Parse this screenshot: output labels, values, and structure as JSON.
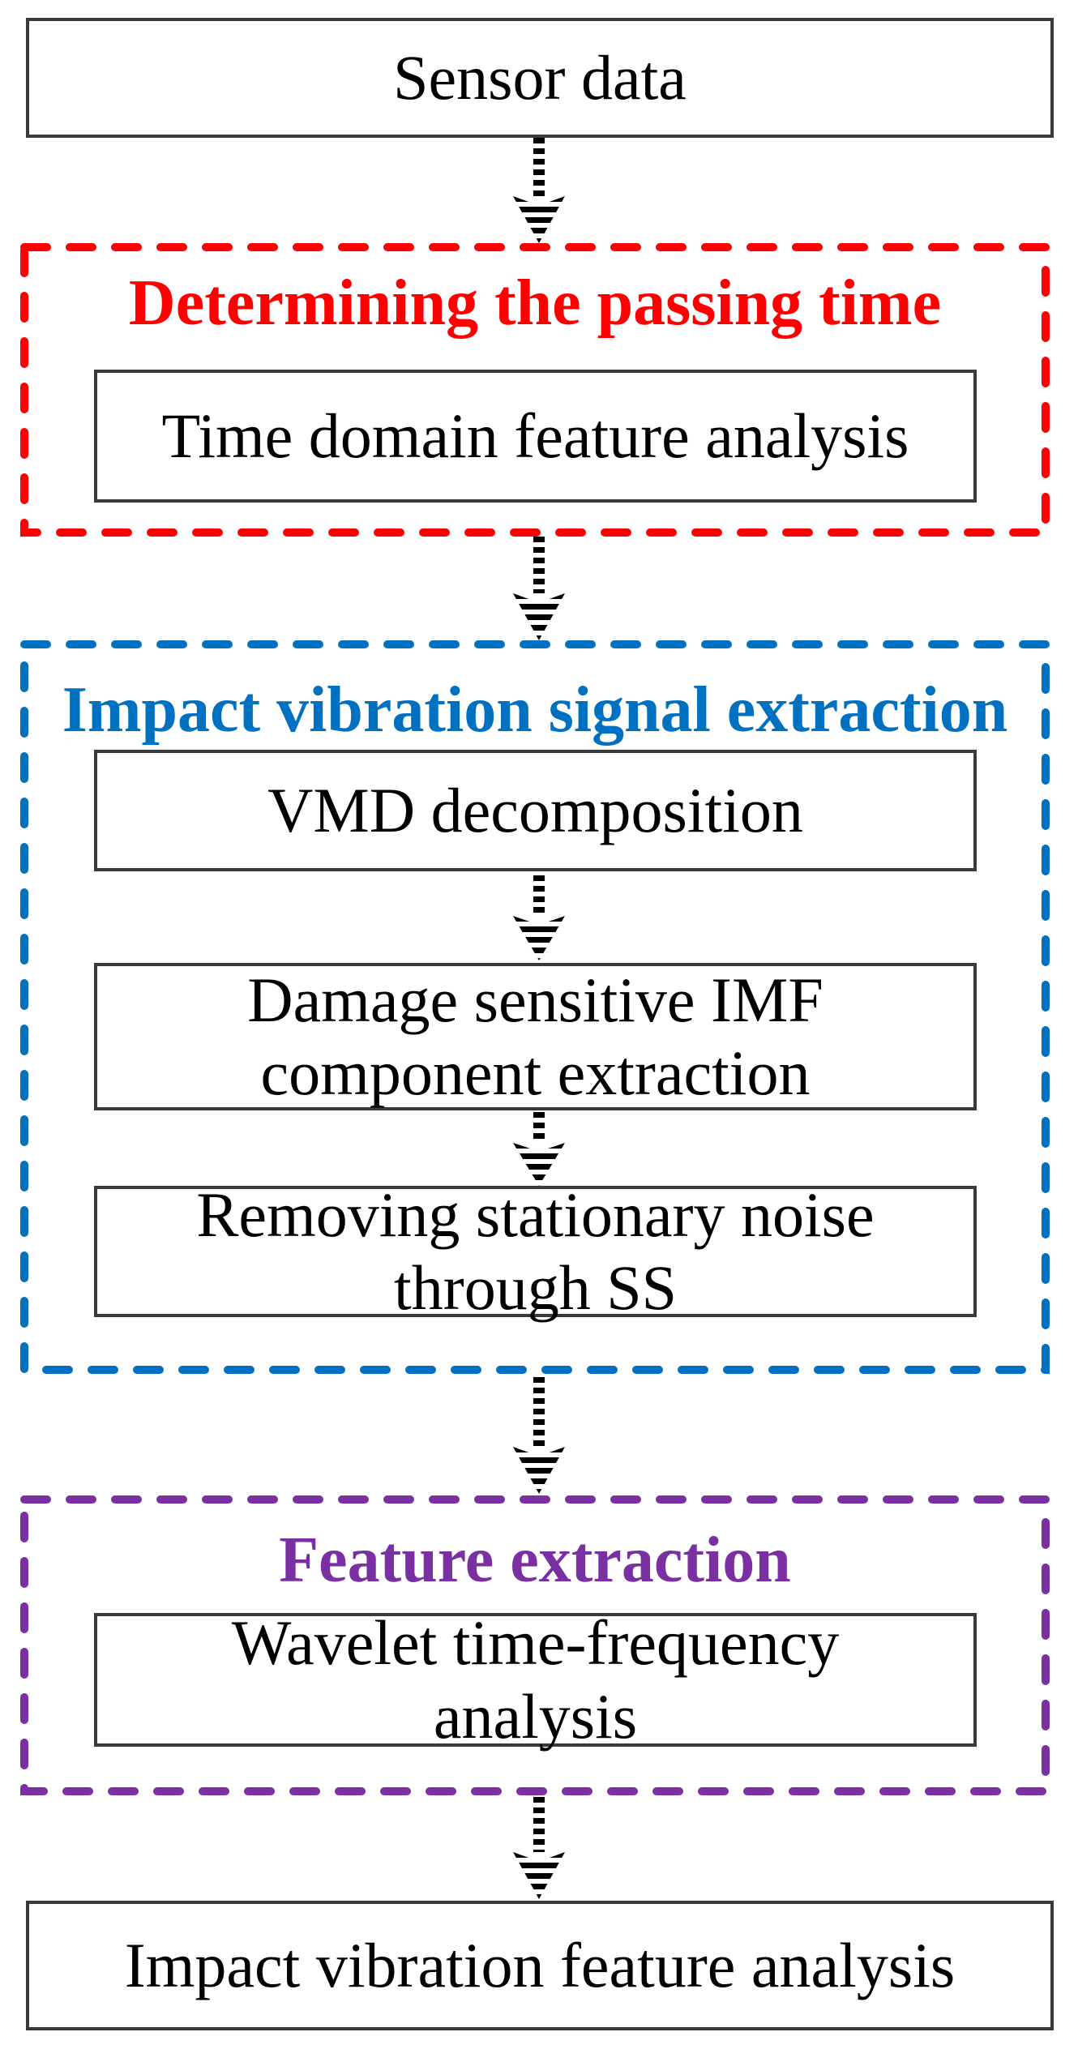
{
  "colors": {
    "red": "#FF0000",
    "blue": "#0070C0",
    "purple": "#7A2FA2",
    "box_border": "#3A3A3A",
    "text": "#000000",
    "arrow": "#000000"
  },
  "nodes": {
    "start": {
      "lines": [
        "Sensor data"
      ]
    },
    "end": {
      "lines": [
        "Impact vibration feature analysis"
      ]
    }
  },
  "groups": [
    {
      "title": "Determining the passing time",
      "steps": [
        {
          "lines": [
            "Time domain feature analysis"
          ]
        }
      ]
    },
    {
      "title": "Impact vibration signal extraction",
      "steps": [
        {
          "lines": [
            "VMD decomposition"
          ]
        },
        {
          "lines": [
            "Damage sensitive IMF",
            "component extraction"
          ]
        },
        {
          "lines": [
            "Removing stationary noise",
            "through SS"
          ]
        }
      ]
    },
    {
      "title": "Feature extraction",
      "steps": [
        {
          "lines": [
            "Wavelet time-frequency",
            "analysis"
          ]
        }
      ]
    }
  ]
}
